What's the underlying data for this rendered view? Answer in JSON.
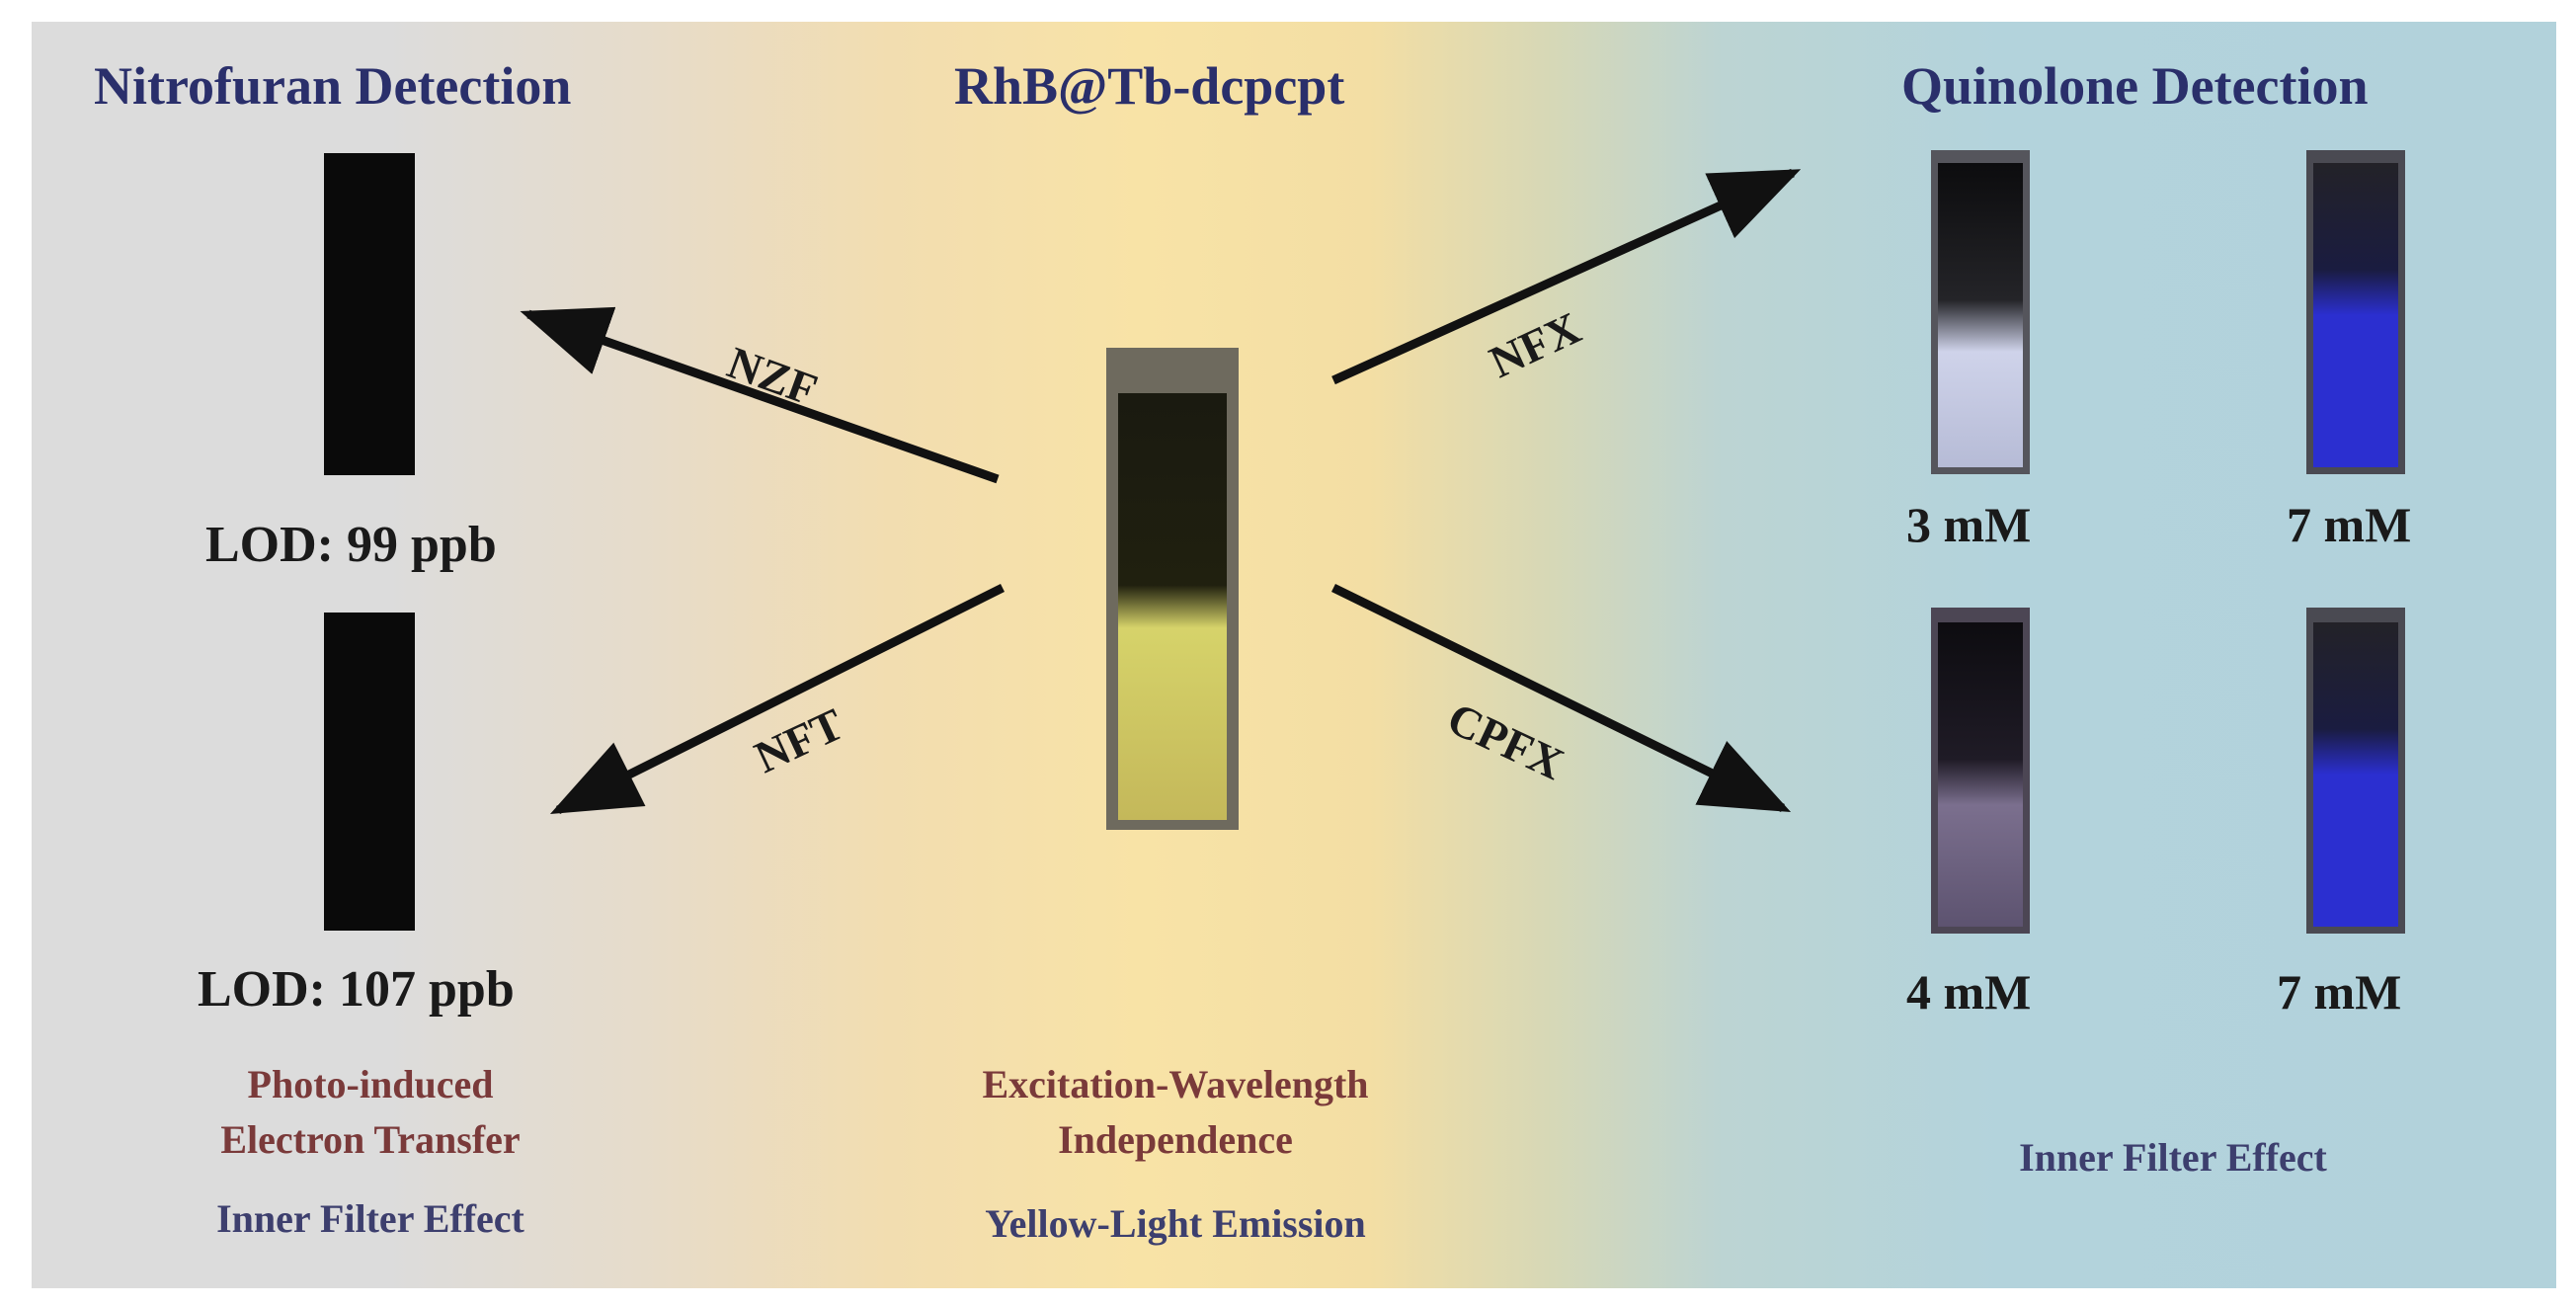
{
  "titles": {
    "left": "Nitrofuran Detection",
    "center": "RhB@Tb-dcpcpt",
    "right": "Quinolone Detection"
  },
  "arrows": {
    "nzf": "NZF",
    "nft": "NFT",
    "nfx": "NFX",
    "cpfx": "CPFX"
  },
  "left": {
    "lod_top": "LOD: 99 ppb",
    "lod_bottom": "LOD: 107 ppb",
    "mechanism_line1": "Photo-induced",
    "mechanism_line2": "Electron Transfer",
    "mechanism_2": "Inner Filter Effect"
  },
  "center": {
    "property_line1": "Excitation-Wavelength",
    "property_line2": "Independence",
    "emission": "Yellow-Light Emission"
  },
  "right": {
    "top_left_conc": "3 mM",
    "top_right_conc": "7 mM",
    "bottom_left_conc": "4 mM",
    "bottom_right_conc": "7 mM",
    "mechanism": "Inner Filter Effect"
  },
  "colors": {
    "title": "#2a2f6b",
    "mechanism_red": "#7a3a3a",
    "mechanism_blue": "#3d3f6e",
    "emission_yellow": "#e8e070",
    "quinolone_blue": "#2b2fd0"
  }
}
